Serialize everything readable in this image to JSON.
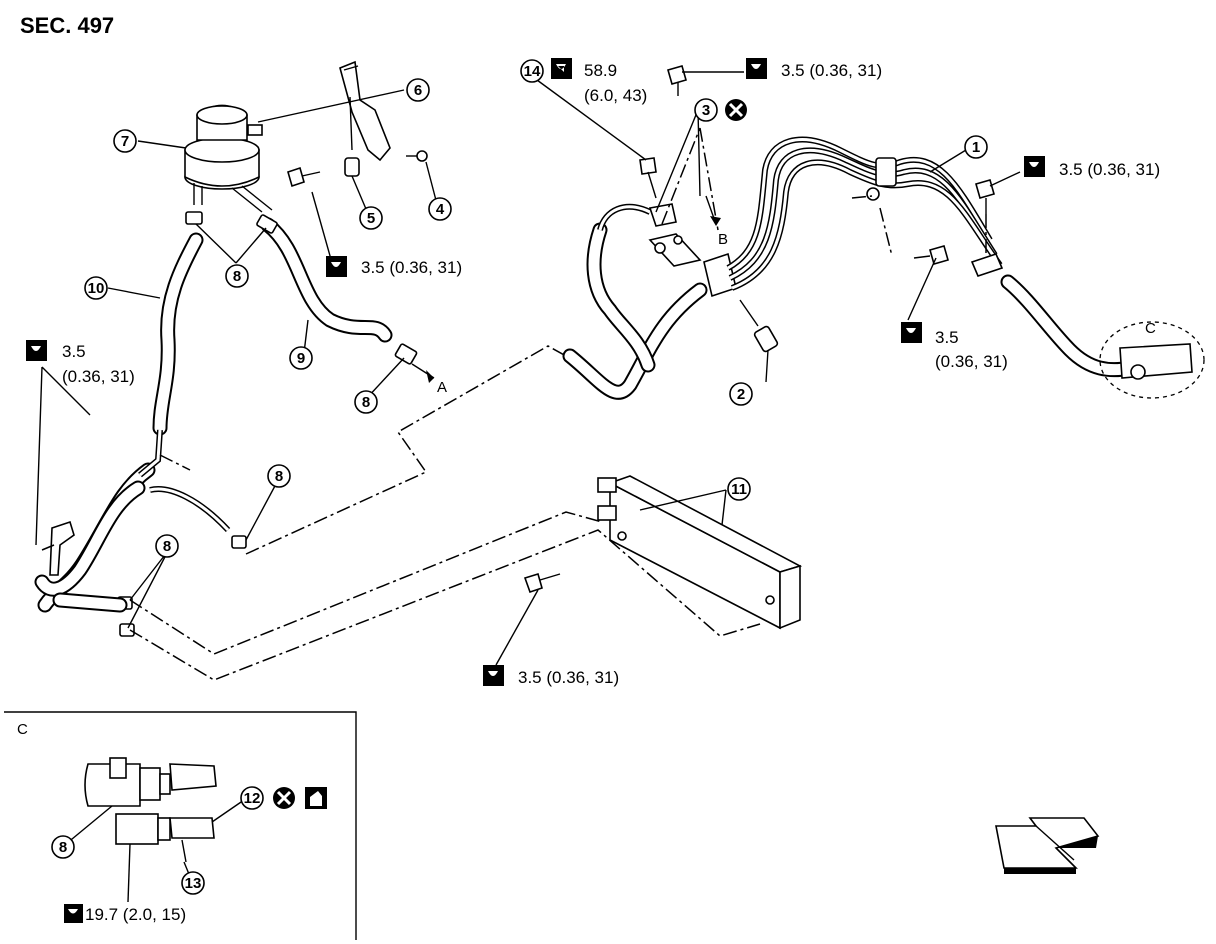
{
  "section": "SEC. 497",
  "torque": {
    "t14": "58.9",
    "t14b": "(6.0, 43)",
    "t3": "3.5 (0.36, 31)",
    "t1": "3.5 (0.36, 31)",
    "tRes": "3.5 (0.36, 31)",
    "tLeft1": "3.5",
    "tLeft2": "(0.36, 31)",
    "tMid1": "3.5",
    "tMid2": "(0.36, 31)",
    "tCooler": "3.5 (0.36, 31)",
    "tDetail": "19.7 (2.0, 15)"
  },
  "part_numbers": [
    "1",
    "2",
    "3",
    "4",
    "5",
    "6",
    "7",
    "8",
    "9",
    "10",
    "11",
    "12",
    "13",
    "14"
  ],
  "arrow_letters": {
    "a": "A",
    "b": "B",
    "c": "C"
  },
  "detail_title": "C",
  "colors": {
    "ink": "#000000",
    "paper": "#ffffff"
  },
  "icons": [
    "torque-wrench-icon",
    "do-not-reuse-icon",
    "apply-fluid-icon",
    "front-direction-arrow-icon"
  ]
}
